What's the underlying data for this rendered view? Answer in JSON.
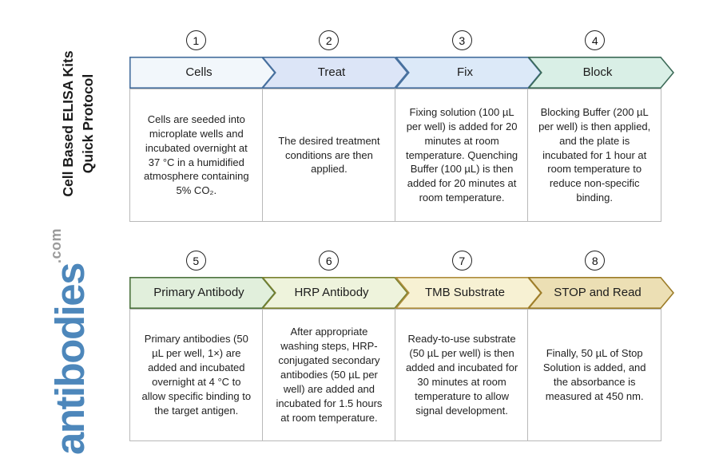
{
  "page": {
    "background": "#ffffff"
  },
  "sidebar": {
    "title_line1": "Cell Based ELISA Kits",
    "title_line2": "Quick Protocol",
    "logo_text": "antibodies",
    "logo_suffix": ".com",
    "logo_color": "#4d87bb",
    "logo_suffix_color": "#9b9b9b"
  },
  "steps": [
    {
      "number": "1",
      "label": "Cells",
      "fill": "#f2f7fb",
      "border": "#47709e",
      "description": "Cells are seeded into microplate wells and incubated overnight at 37 °C in a humidified atmosphere containing 5% CO₂."
    },
    {
      "number": "2",
      "label": "Treat",
      "fill": "#dce5f7",
      "border": "#47709e",
      "description": "The desired treatment conditions are then applied."
    },
    {
      "number": "3",
      "label": "Fix",
      "fill": "#dce9f8",
      "border": "#47709e",
      "description": "Fixing solution (100 µL per well) is added for 20 minutes at room temperature. Quenching Buffer (100 µL) is then added for 20 minutes at room temperature."
    },
    {
      "number": "4",
      "label": "Block",
      "fill": "#d9efe6",
      "border": "#3c6a57",
      "description": "Blocking Buffer (200 µL per well) is then applied, and the plate is incubated for 1 hour at room temperature to reduce non-specific binding."
    },
    {
      "number": "5",
      "label": "Primary Antibody",
      "fill": "#e1efdc",
      "border": "#4e7440",
      "description": "Primary antibodies (50 µL per well, 1×) are added and incubated overnight at 4 °C to allow specific binding to the target antigen."
    },
    {
      "number": "6",
      "label": "HRP Antibody",
      "fill": "#eef3dc",
      "border": "#79812f",
      "description": "After appropriate washing steps, HRP-conjugated secondary antibodies (50 µL per well) are added and incubated for 1.5 hours at room temperature."
    },
    {
      "number": "7",
      "label": "TMB Substrate",
      "fill": "#f7f1d3",
      "border": "#ae8d3c",
      "description": "Ready-to-use substrate (50 µL per well) is then added and incubated for 30 minutes at room temperature to allow signal development."
    },
    {
      "number": "8",
      "label": "STOP and Read",
      "fill": "#ecdfb4",
      "border": "#9c7c28",
      "description": "Finally, 50 µL of Stop Solution is added, and the absorbance is measured at 450 nm."
    }
  ]
}
